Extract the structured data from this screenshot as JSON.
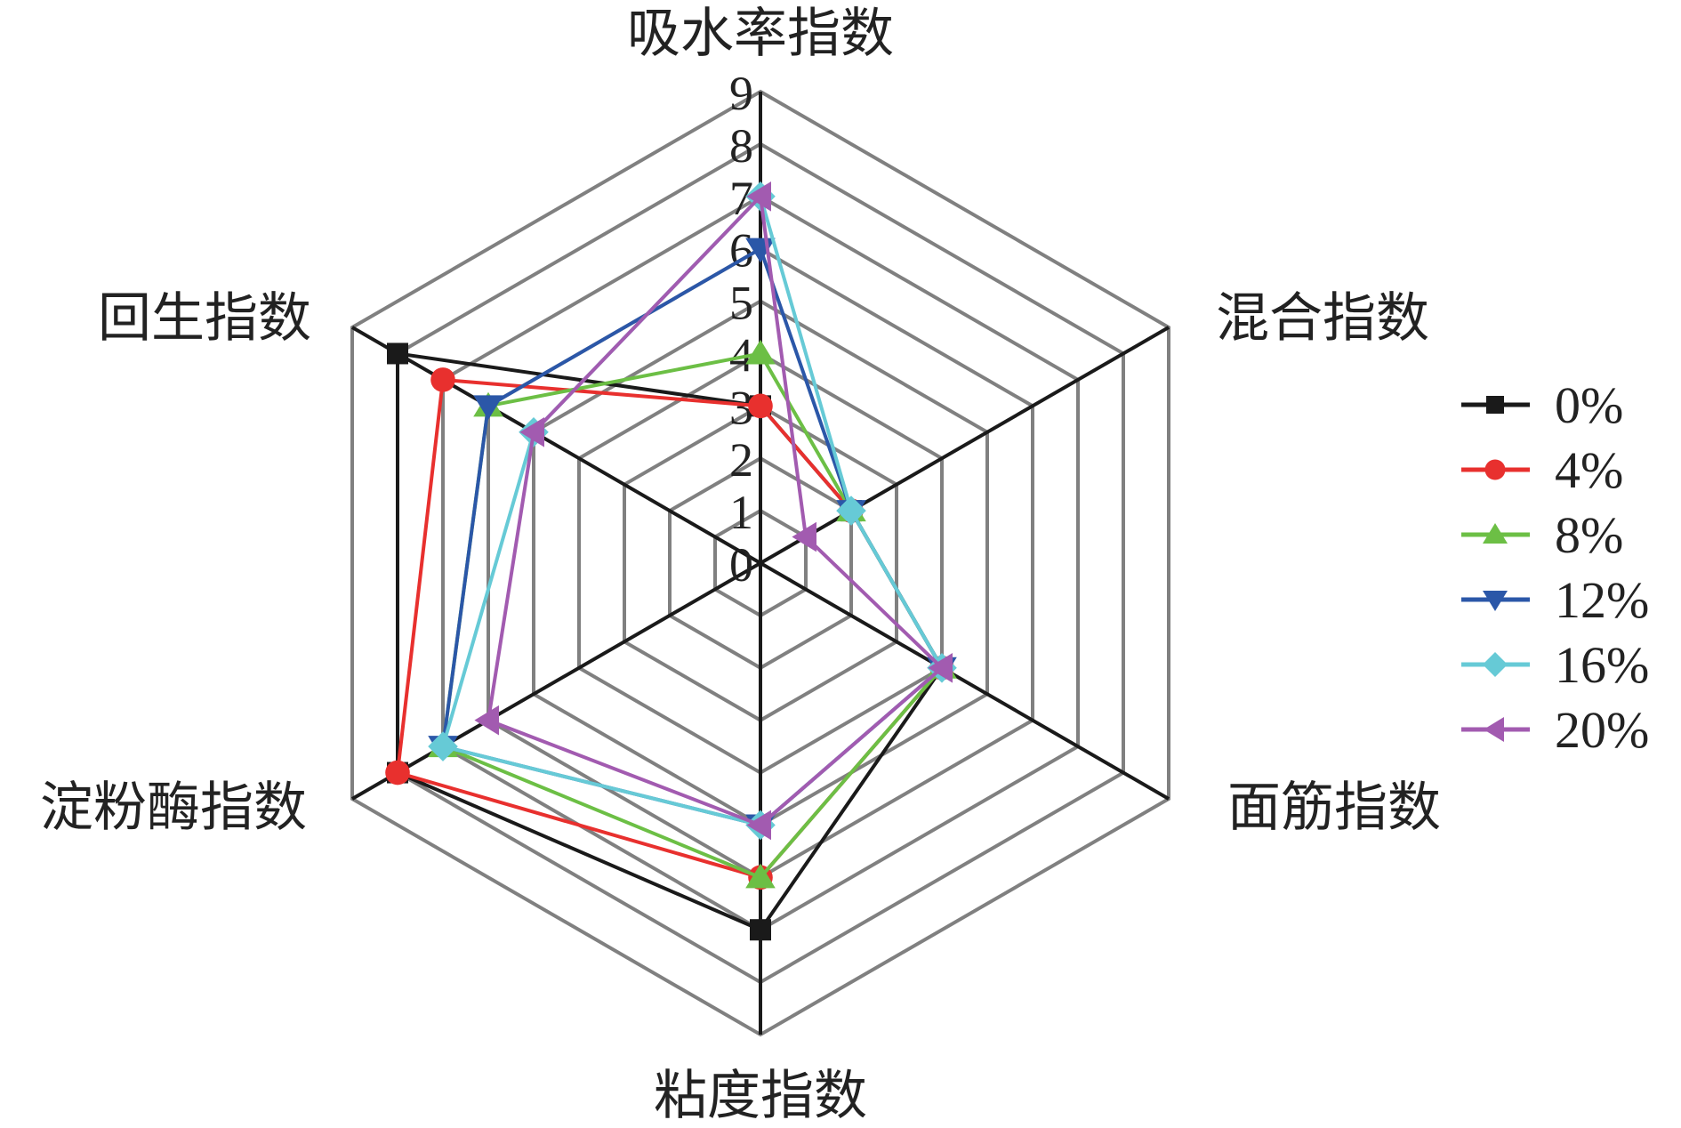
{
  "chart_data": {
    "type": "radar",
    "title": "",
    "axes": [
      "吸水率指数",
      "混合指数",
      "面筋指数",
      "粘度指数",
      "淀粉酶指数",
      "回生指数"
    ],
    "rlim": [
      0,
      9
    ],
    "ticks": [
      "0",
      "1",
      "2",
      "3",
      "4",
      "5",
      "6",
      "7",
      "8",
      "9"
    ],
    "grid": true,
    "legend_position": "right",
    "series": [
      {
        "name": "0%",
        "color": "#1a1a1a",
        "marker": "square",
        "values": [
          3,
          2,
          4,
          7,
          8,
          8
        ]
      },
      {
        "name": "4%",
        "color": "#e8302e",
        "marker": "circle",
        "values": [
          3,
          2,
          4,
          6,
          8,
          7
        ]
      },
      {
        "name": "8%",
        "color": "#6cbf45",
        "marker": "triangle-up",
        "values": [
          4,
          2,
          4,
          6,
          7,
          6
        ]
      },
      {
        "name": "12%",
        "color": "#2b57a8",
        "marker": "triangle-down",
        "values": [
          6,
          2,
          4,
          5,
          7,
          6
        ]
      },
      {
        "name": "16%",
        "color": "#66cad6",
        "marker": "diamond",
        "values": [
          7,
          2,
          4,
          5,
          7,
          5
        ]
      },
      {
        "name": "20%",
        "color": "#a25bb0",
        "marker": "triangle-left",
        "values": [
          7,
          1,
          4,
          5,
          6,
          5
        ]
      }
    ]
  }
}
